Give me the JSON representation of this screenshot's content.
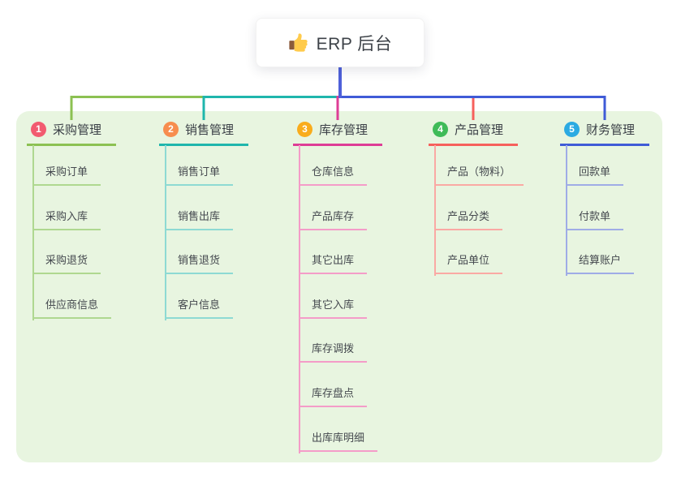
{
  "root": {
    "title": "ERP 后台",
    "icon": "thumbs-up"
  },
  "colors": {
    "panel_bg": "#E8F5E0",
    "root_line": "#4E60D9",
    "header_text": "#3A3F46",
    "child_text": "#45494F",
    "card_bg": "#FFFFFF"
  },
  "branches": [
    {
      "badge": "1",
      "label": "采购管理",
      "badge_color": "#F25B70",
      "line_color": "#8CC152",
      "child_line_color": "#AFD890",
      "children": [
        "采购订单",
        "采购入库",
        "采购退货",
        "供应商信息"
      ]
    },
    {
      "badge": "2",
      "label": "销售管理",
      "badge_color": "#F78D4E",
      "line_color": "#1FB6AC",
      "child_line_color": "#8EDAD3",
      "children": [
        "销售订单",
        "销售出库",
        "销售退货",
        "客户信息"
      ]
    },
    {
      "badge": "3",
      "label": "库存管理",
      "badge_color": "#F9AC1C",
      "line_color": "#DE3D96",
      "child_line_color": "#F49CC8",
      "children": [
        "仓库信息",
        "产品库存",
        "其它出库",
        "其它入库",
        "库存调拨",
        "库存盘点",
        "出库库明细"
      ]
    },
    {
      "badge": "4",
      "label": "产品管理",
      "badge_color": "#3FBB58",
      "line_color": "#F6605C",
      "child_line_color": "#FAA9A4",
      "children": [
        "产品（物料）",
        "产品分类",
        "产品单位"
      ]
    },
    {
      "badge": "5",
      "label": "财务管理",
      "badge_color": "#2BAAE2",
      "line_color": "#3F5BD7",
      "child_line_color": "#9FACE6",
      "children": [
        "回款单",
        "付款单",
        "结算账户"
      ]
    }
  ]
}
